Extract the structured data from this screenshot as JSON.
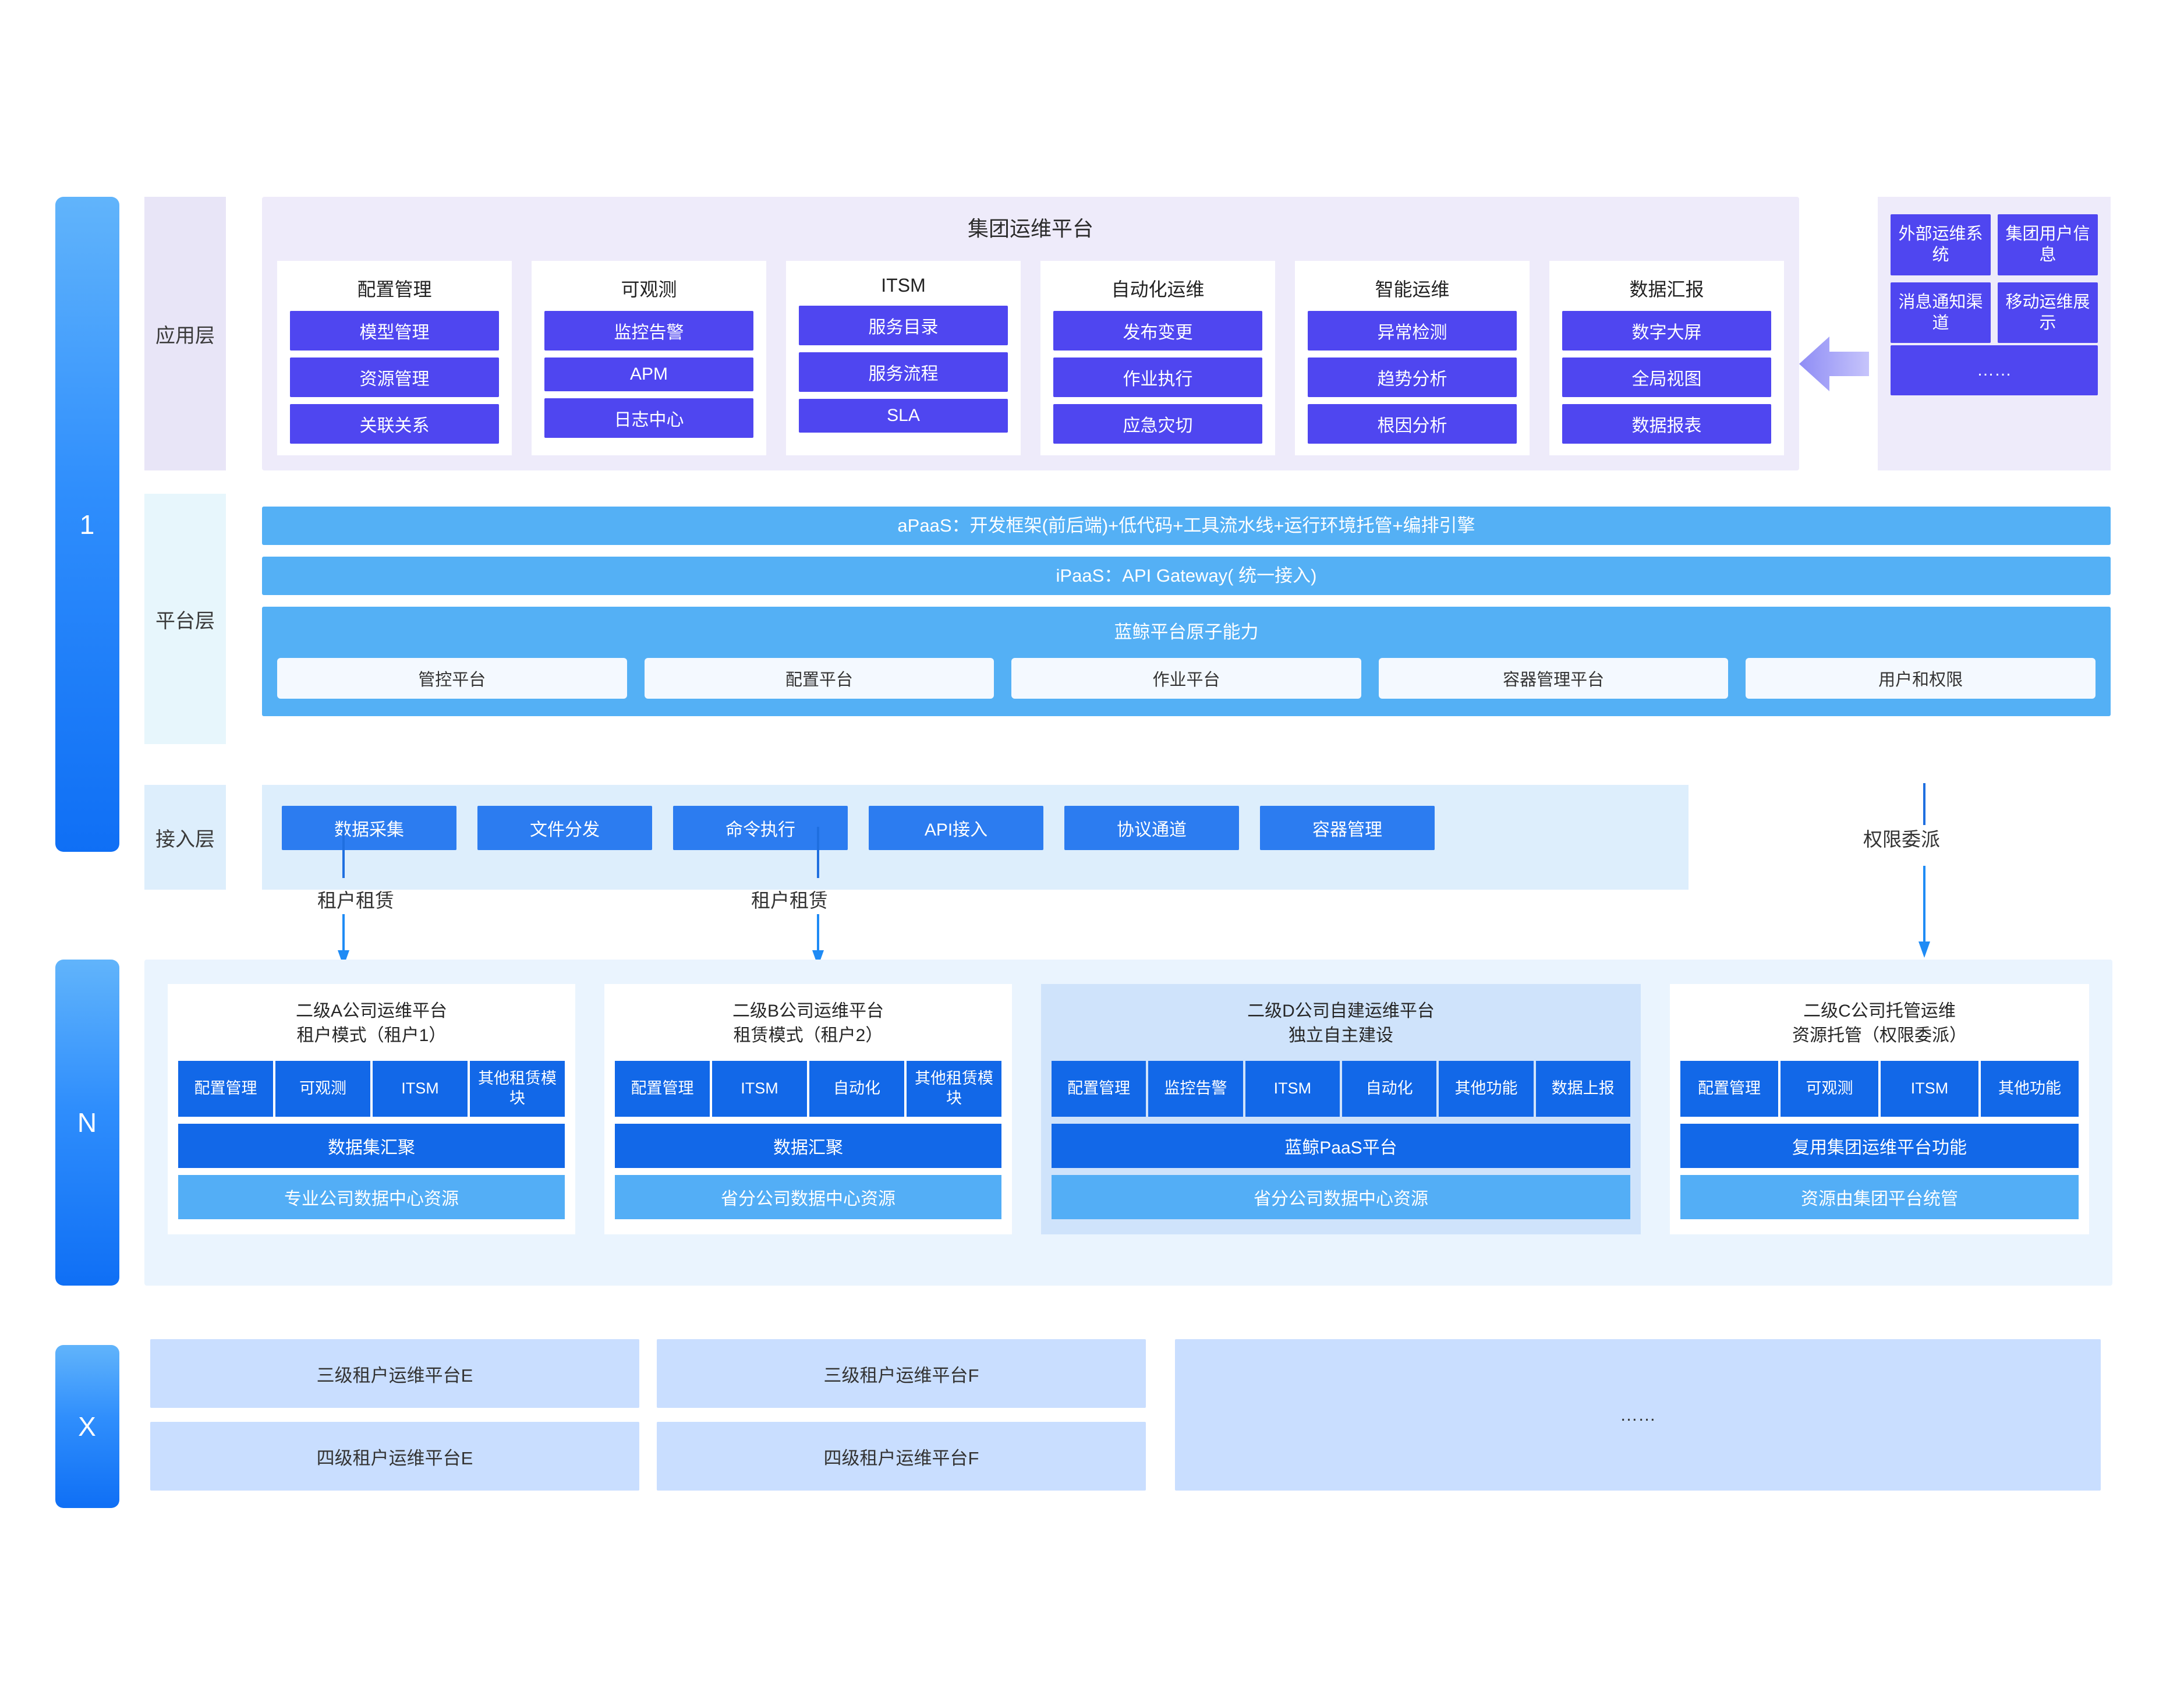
{
  "tiers": [
    {
      "id": "tier-1",
      "label": "1"
    },
    {
      "id": "tier-n",
      "label": "N"
    },
    {
      "id": "tier-x",
      "label": "X"
    }
  ],
  "layers": {
    "application": "应用层",
    "platform": "平台层",
    "access": "接入层"
  },
  "application": {
    "title": "集团运维平台",
    "cards": [
      {
        "title": "配置管理",
        "items": [
          "模型管理",
          "资源管理",
          "关联关系"
        ]
      },
      {
        "title": "可观测",
        "items": [
          "监控告警",
          "APM",
          "日志中心"
        ]
      },
      {
        "title": "ITSM",
        "items": [
          "服务目录",
          "服务流程",
          "SLA"
        ]
      },
      {
        "title": "自动化运维",
        "items": [
          "发布变更",
          "作业执行",
          "应急灾切"
        ]
      },
      {
        "title": "智能运维",
        "items": [
          "异常检测",
          "趋势分析",
          "根因分析"
        ]
      },
      {
        "title": "数据汇报",
        "items": [
          "数字大屏",
          "全局视图",
          "数据报表"
        ]
      }
    ]
  },
  "external": {
    "cells": [
      "外部运维系统",
      "集团用户信息",
      "消息通知渠道",
      "移动运维展示"
    ],
    "more": "……"
  },
  "platform": {
    "apaas": "aPaaS：开发框架(前后端)+低代码+工具流水线+运行环境托管+编排引擎",
    "ipaas": "iPaaS：API Gateway( 统一接入)",
    "atomic_title": "蓝鲸平台原子能力",
    "atomic_items": [
      "管控平台",
      "配置平台",
      "作业平台",
      "容器管理平台",
      "用户和权限"
    ]
  },
  "access": {
    "items": [
      "数据采集",
      "文件分发",
      "命令执行",
      "API接入",
      "协议通道",
      "容器管理"
    ]
  },
  "connectors": [
    {
      "label": "租户租赁"
    },
    {
      "label": "租户租赁"
    },
    {
      "label": "权限委派"
    }
  ],
  "second_level": [
    {
      "title_line1": "二级A公司运维平台",
      "title_line2": "租户模式（租户1）",
      "modules": [
        "配置管理",
        "可观测",
        "ITSM",
        "其他租赁模块"
      ],
      "middle": "数据集汇聚",
      "base": "专业公司数据中心资源",
      "highlight": false
    },
    {
      "title_line1": "二级B公司运维平台",
      "title_line2": "租赁模式（租户2）",
      "modules": [
        "配置管理",
        "ITSM",
        "自动化",
        "其他租赁模块"
      ],
      "middle": "数据汇聚",
      "base": "省分公司数据中心资源",
      "highlight": false
    },
    {
      "title_line1": "二级D公司自建运维平台",
      "title_line2": "独立自主建设",
      "modules": [
        "配置管理",
        "监控告警",
        "ITSM",
        "自动化",
        "其他功能",
        "数据上报"
      ],
      "middle": "蓝鲸PaaS平台",
      "base": "省分公司数据中心资源",
      "highlight": true
    },
    {
      "title_line1": "二级C公司托管运维",
      "title_line2": "资源托管（权限委派）",
      "modules": [
        "配置管理",
        "可观测",
        "ITSM",
        "其他功能"
      ],
      "middle": "复用集团运维平台功能",
      "base": "资源由集团平台统管",
      "highlight": false
    }
  ],
  "third_level": [
    {
      "label": "三级租户运维平台E"
    },
    {
      "label": "三级租户运维平台F"
    },
    {
      "label": "……"
    },
    {
      "label": "四级租户运维平台E"
    },
    {
      "label": "四级租户运维平台F"
    }
  ],
  "colors": {
    "accent_purple": "#4f46f0",
    "accent_blue": "#2c7cf0",
    "bar_blue": "#54b0f5",
    "rail_gradient_top": "#61b4fb",
    "rail_gradient_bottom": "#0f6ff5"
  }
}
